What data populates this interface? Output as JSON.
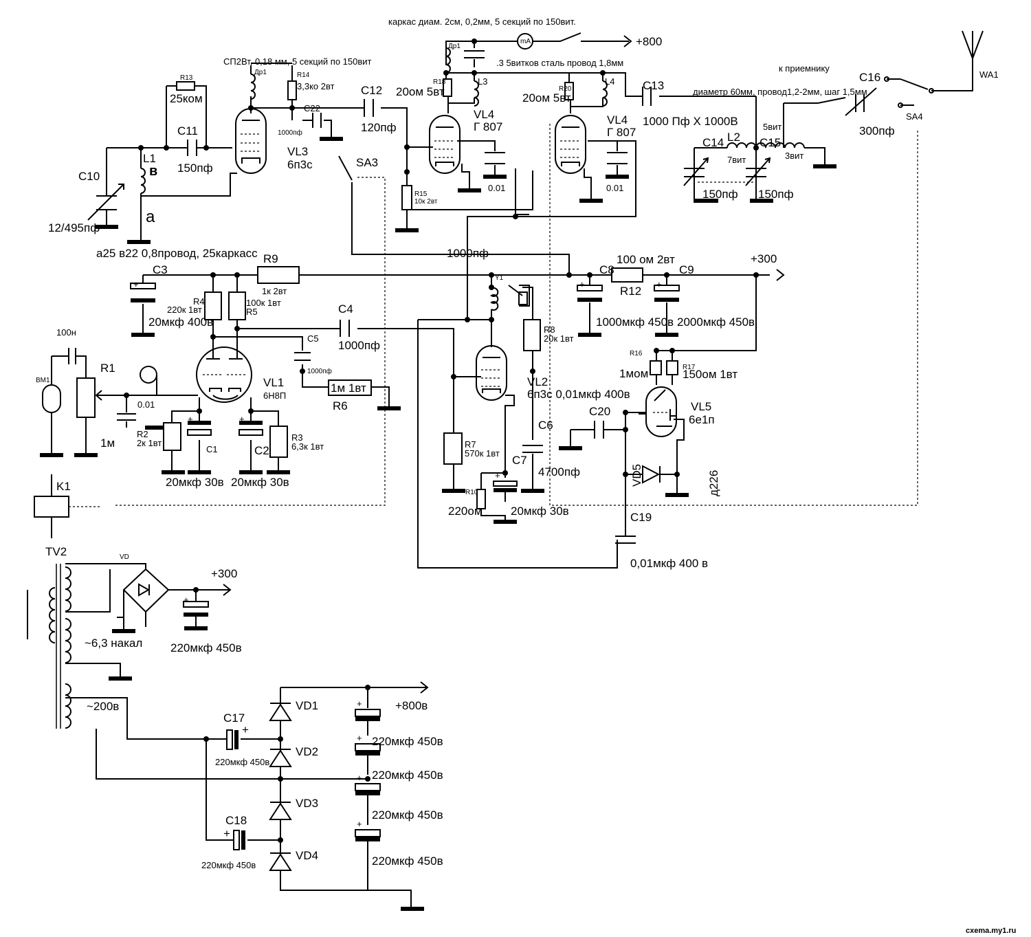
{
  "labels": {
    "coil_spec": "каркас диам. 2см, 0,2мм, 5 секций по 150вит.",
    "plus_800_top": "+800",
    "ma": "mA",
    "l3_spec": ".3 5витков сталь провод 1,8мм",
    "sp2": "СП2Вт, 0,18 мм, 5 секций по 150вит",
    "dr1_a": "Др1",
    "dr1_b": "Др1",
    "r13": "R13",
    "r13_val": "25ком",
    "r14": "R14",
    "r14_val": "3,3ко 2вт",
    "c22": "C22",
    "c22_val": "1000пф",
    "c11": "C11",
    "c11_val": "150пф",
    "c10": "C10",
    "c10_val": "12/495пф",
    "l1": "L1",
    "l1_b": "в",
    "l1_a": "а",
    "l1_spec": "а25 в22 0,8провод, 25каркасс",
    "vl3": "VL3",
    "vl3_type": "6п3с",
    "c12": "C12",
    "c12_val": "120пф",
    "sa3": "SA3",
    "r18": "R18",
    "r18_val": "20ом 5вт",
    "l3": "L3",
    "vl4a": "VL4",
    "vl4a_type": "Г 807",
    "c_001a": "0.01",
    "r15": "R15",
    "r15_val": "10к 2вт",
    "r20": "R20",
    "r20_val": "20ом 5вт",
    "l4": "L4",
    "vl4b": "VL4",
    "vl4b_type": "Г 807",
    "c_001b": "0.01",
    "c13": "C13",
    "c13_val": "1000 Пф Х 1000В",
    "to_receiver": "к приемнику",
    "l2_spec": "диаметр 60мм, провод1,2-2мм, шаг 1,5мм",
    "c16": "C16",
    "c16_val": "300пф",
    "wa1": "WA1",
    "sa4": "SA4",
    "c14": "C14",
    "l2": "L2",
    "c15": "C15",
    "w5": "5вит",
    "w7": "7вит",
    "w3": "3вит",
    "c14_val": "150пф",
    "c15_val": "150пф",
    "p1000": "1000пф",
    "r9": "R9",
    "r9_val": "1к 2вт",
    "c3": "C3",
    "c8": "C8",
    "r12_val": "100 ом 2вт",
    "r12": "R12",
    "c9": "C9",
    "plus_300_top": "+300",
    "r4": "R4",
    "r4_val": "220к 1вт",
    "r5": "R5",
    "r5_val": "100к 1вт",
    "c3_val": "20мкф 400в",
    "c4": "C4",
    "c4_val": "1000пф",
    "c8_val": "1000мкф 450в",
    "c9_val": "2000мкф 450в",
    "y1": "Y1",
    "r8": "R8",
    "r8_val": "20к 1вт",
    "c5": "C5",
    "c5_val": "1000пф",
    "mic_cap": "100н",
    "r1": "R1",
    "bm1": "BM1",
    "r1_val": "1м",
    "c_001": "0.01",
    "vl1": "VL1",
    "vl1_type": "6Н8П",
    "r6_val": "1м 1вт",
    "r6": "R6",
    "r2": "R2",
    "r2_val": "2к 1вт",
    "c1": "C1",
    "c2": "C2",
    "r3": "R3",
    "r3_val": "6,3к 1вт",
    "c1_val": "20мкф 30в",
    "c2_val": "20мкф 30в",
    "vl2": "VL2",
    "vl2_type": "6п3с 0,01мкф 400в",
    "c6": "C6",
    "c7": "C7",
    "c7_val": "4700пф",
    "r7": "R7",
    "r7_val": "570к 1вт",
    "r10": "R10",
    "r10_val": "220ом",
    "c_20_30": "20мкф 30в",
    "r16": "R16",
    "r17": "R17",
    "r16_val": "1мом",
    "r17_val": "150ом 1вт",
    "vl5": "VL5",
    "vl5_type": "6е1п",
    "c20": "C20",
    "vd5": "VD5",
    "d226": "д226",
    "c19": "C19",
    "c19_val": "0,01мкф 400 в",
    "k1": "K1",
    "tv2": "TV2",
    "vd": "VD",
    "plus_300_psu": "+300",
    "fil": "~6,3 накал",
    "c_220_psu": "220мкф 450в",
    "v200": "~200в",
    "plus_800_psu": "+800в",
    "vd1": "VD1",
    "vd2": "VD2",
    "vd3": "VD3",
    "vd4": "VD4",
    "c17": "C17",
    "c17_val": "220мкф 450в",
    "c18": "C18",
    "c18_val": "220мкф 450в",
    "cs1": "220мкф 450в",
    "cs2": "220мкф 450в",
    "cs3": "220мкф 450в",
    "cs4": "220мкф 450в",
    "watermark": "cxema.my1.ru"
  }
}
